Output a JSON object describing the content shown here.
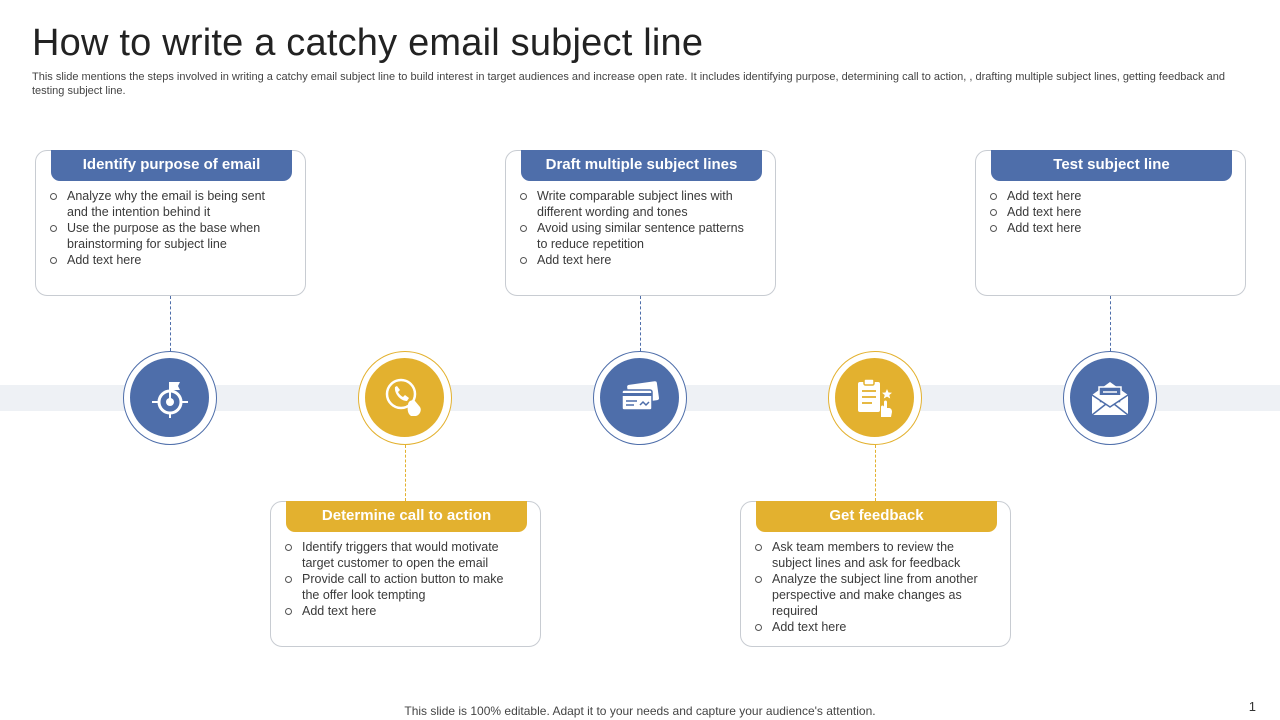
{
  "slide": {
    "title": "How to write a catchy email subject line",
    "subtitle": "This slide mentions the steps involved in writing a catchy email subject line to build interest in target audiences and increase open rate. It includes identifying purpose, determining call to action, , drafting multiple subject lines, getting feedback and testing subject line.",
    "footer": "This slide is 100% editable. Adapt it to your needs and capture your audience's attention.",
    "page_number": "1"
  },
  "colors": {
    "blue": "#4e6eaa",
    "gold": "#e3b12f",
    "band": "#eef1f5"
  },
  "steps": [
    {
      "header": "Identify purpose of email",
      "icon": "target-flag-icon",
      "bullets": [
        "Analyze why the email is being sent and the intention behind it",
        "Use the purpose as the base when brainstorming for subject line",
        "Add text here"
      ]
    },
    {
      "header": "Determine call to action",
      "icon": "phone-call-icon",
      "bullets": [
        "Identify triggers that would motivate target customer to open the email",
        "Provide call to action button to make the offer look tempting",
        "Add text here"
      ]
    },
    {
      "header": "Draft multiple subject lines",
      "icon": "email-drafts-icon",
      "bullets": [
        "Write comparable subject lines with different wording and tones",
        "Avoid using similar sentence patterns to reduce repetition",
        "Add text here"
      ]
    },
    {
      "header": "Get feedback",
      "icon": "feedback-clipboard-icon",
      "bullets": [
        "Ask team members to review the subject lines and ask for feedback",
        "Analyze the subject line from another perspective and make changes as required",
        "Add text here"
      ]
    },
    {
      "header": "Test subject line",
      "icon": "envelope-icon",
      "bullets": [
        "Add text here",
        "Add text here",
        "Add  text here"
      ]
    }
  ]
}
